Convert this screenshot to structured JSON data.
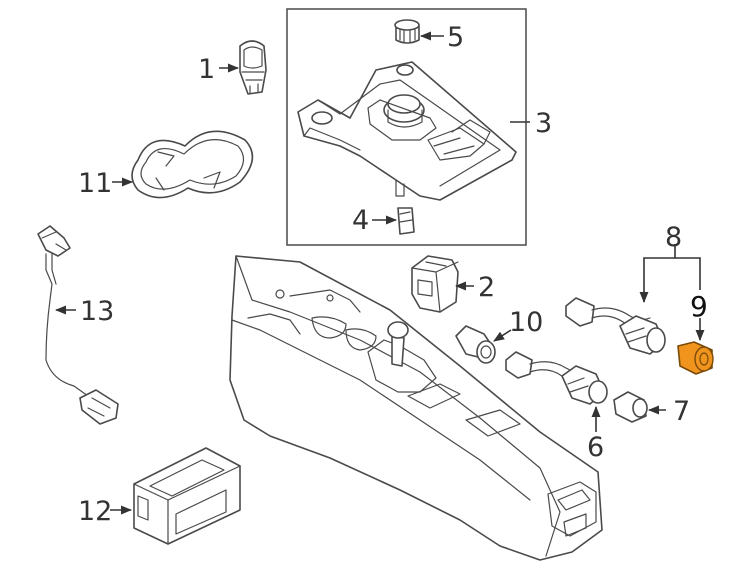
{
  "diagram": {
    "highlight_color": "#f0941e",
    "callouts": [
      {
        "id": "1",
        "label": "1"
      },
      {
        "id": "2",
        "label": "2"
      },
      {
        "id": "3",
        "label": "3"
      },
      {
        "id": "4",
        "label": "4"
      },
      {
        "id": "5",
        "label": "5"
      },
      {
        "id": "6",
        "label": "6"
      },
      {
        "id": "7",
        "label": "7"
      },
      {
        "id": "8",
        "label": "8"
      },
      {
        "id": "9",
        "label": "9",
        "highlighted": true
      },
      {
        "id": "10",
        "label": "10"
      },
      {
        "id": "11",
        "label": "11"
      },
      {
        "id": "12",
        "label": "12"
      },
      {
        "id": "13",
        "label": "13"
      }
    ]
  }
}
